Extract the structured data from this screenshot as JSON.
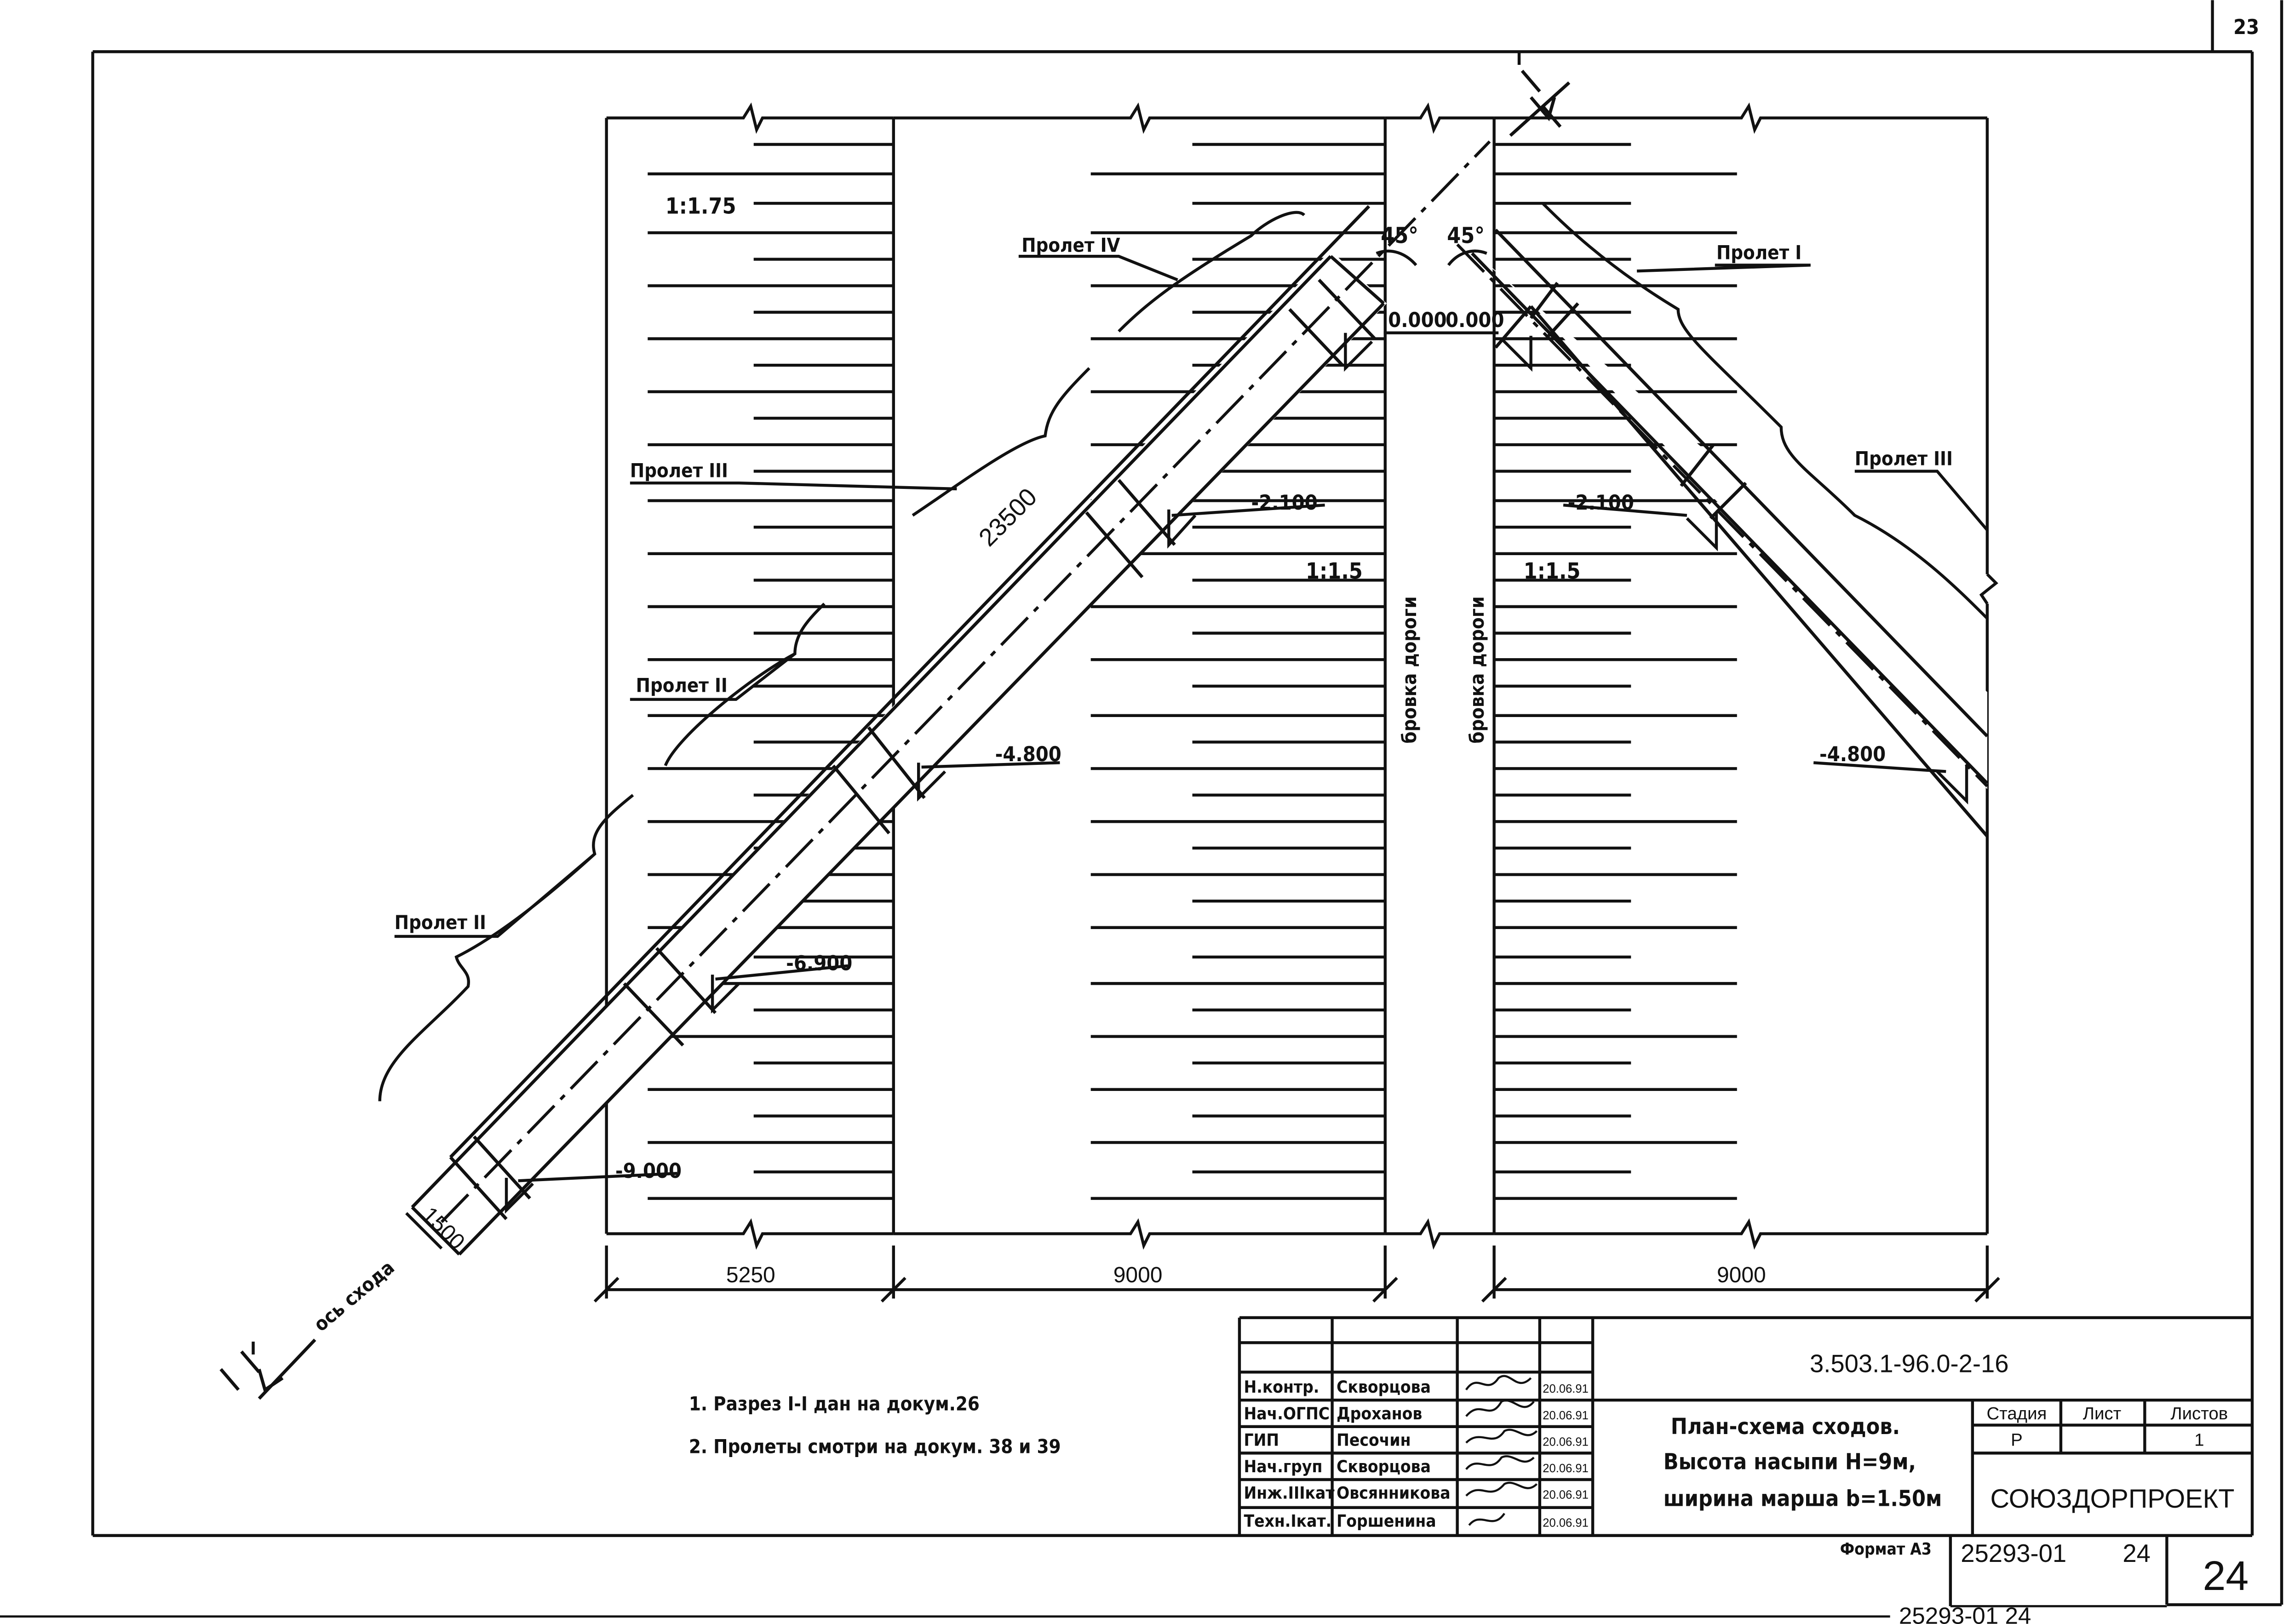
{
  "sheet": {
    "corner_number": "23",
    "format": "Формат А3",
    "archive_number": "25293-01",
    "archive_sheet": "24",
    "big_page_number": "24",
    "bottom_scribble": "25293-01 24"
  },
  "drawing": {
    "slope_top": "1:1.75",
    "slope_mid_left": "1:1.5",
    "slope_mid_right": "1:1.5",
    "road_edge_left": "бровка дороги",
    "road_edge_right": "бровка дороги",
    "angle_left": "45°",
    "angle_right": "45°",
    "elev_top_left": "0.000",
    "elev_top_right": "0.000",
    "elev_2100_left": "-2.100",
    "elev_2100_right": "-2.100",
    "elev_4800_left": "-4.800",
    "elev_4800_right": "-4.800",
    "elev_6900": "-6.900",
    "elev_9000": "-9.000",
    "span_iv": "Пролет IV",
    "span_iii_left": "Пролет III",
    "span_ii_upper": "Пролет II",
    "span_ii_lower": "Пролет II",
    "span_i": "Пролет I",
    "span_iii_right": "Пролет III",
    "length_dim": "23500",
    "width_dim": "1500",
    "axis_label": "ось схода",
    "section_mark_bottom": "I",
    "section_mark_top": "I",
    "dim_5250": "5250",
    "dim_9000_left": "9000",
    "dim_9000_right": "9000"
  },
  "notes": {
    "note1": "1. Разрез I-I дан на докум.26",
    "note2": "2. Пролеты смотри на докум. 38 и 39"
  },
  "title_block": {
    "doc_code": "3.503.1-96.0-2-16",
    "title_line1": "План-схема сходов.",
    "title_line2": "Высота насыпи Н=9м,",
    "title_line3": "ширина марша b=1.50м",
    "stage_header": "Стадия",
    "sheet_header": "Лист",
    "sheets_header": "Листов",
    "stage_value": "Р",
    "sheet_value": "",
    "sheets_value": "1",
    "organization": "СОЮЗДОРПРОЕКТ",
    "staff": [
      {
        "role": "Н.контр.",
        "name": "Скворцова",
        "date": "20.06.91"
      },
      {
        "role": "Нач.ОГПС",
        "name": "Дроханов",
        "date": "20.06.91"
      },
      {
        "role": "ГИП",
        "name": "Песочин",
        "date": "20.06.91"
      },
      {
        "role": "Нач.груп",
        "name": "Скворцова",
        "date": "20.06.91"
      },
      {
        "role": "Инж.IIIкат",
        "name": "Овсянникова",
        "date": "20.06.91"
      },
      {
        "role": "Техн.Iкат.",
        "name": "Горшенина",
        "date": "20.06.91"
      }
    ]
  }
}
